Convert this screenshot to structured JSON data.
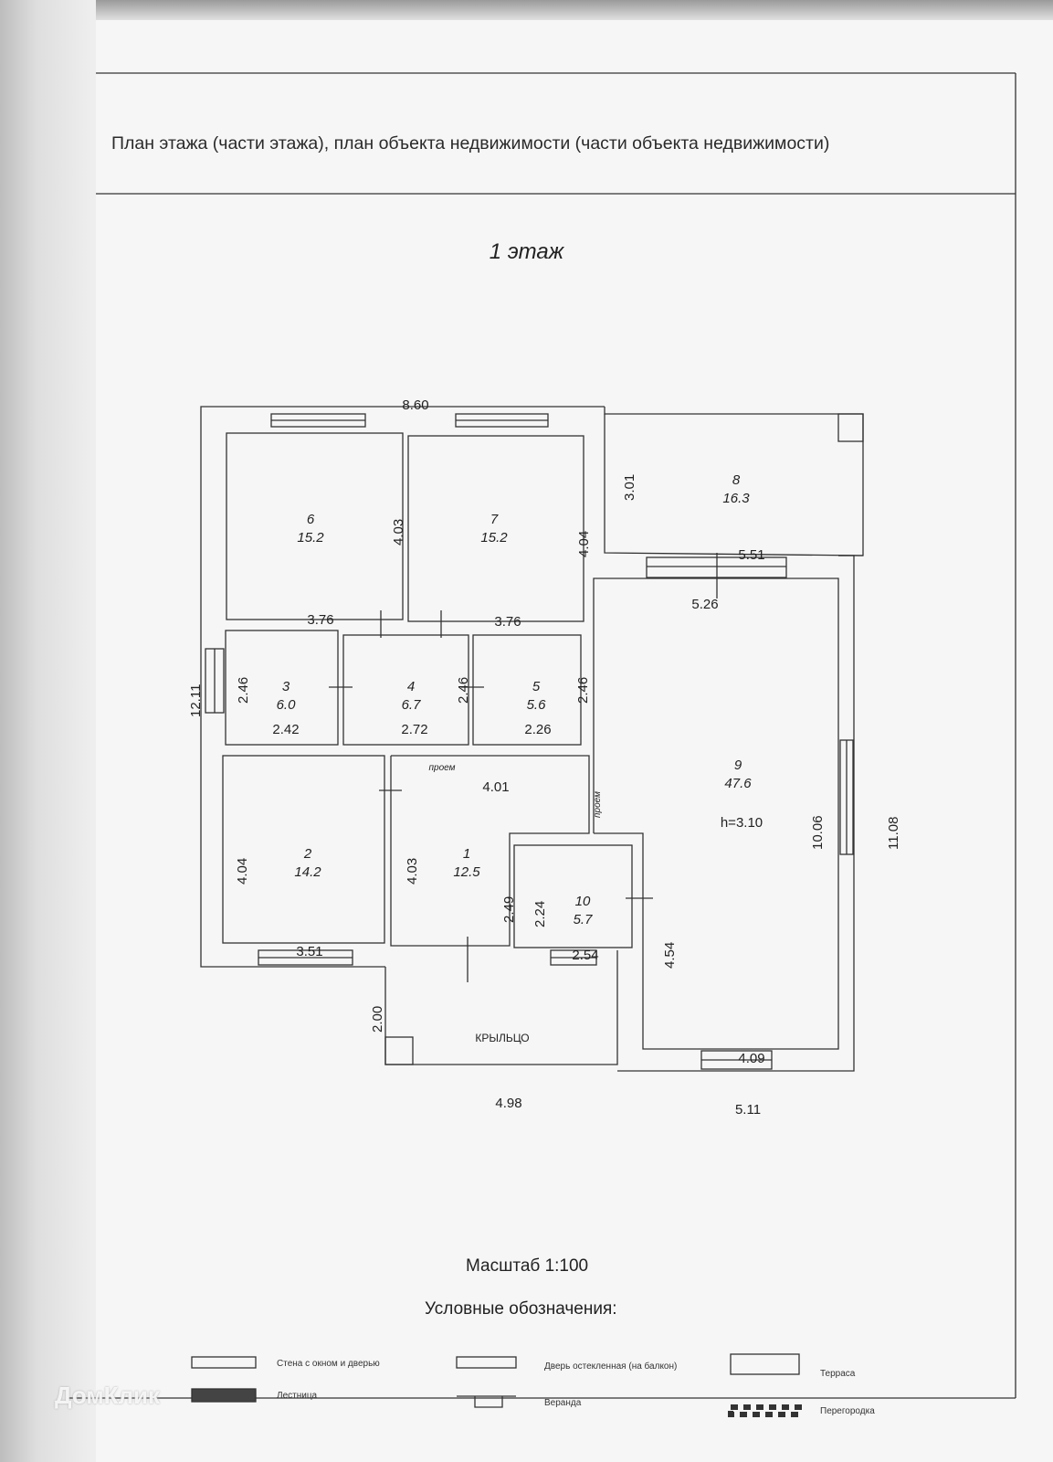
{
  "header": {
    "title": "План этажа (части этажа), план объекта недвижимости (части объекта недвижимости)"
  },
  "floor_label": "1 этаж",
  "rooms": [
    {
      "number": "1",
      "area": "12.5"
    },
    {
      "number": "2",
      "area": "14.2"
    },
    {
      "number": "3",
      "area": "6.0"
    },
    {
      "number": "4",
      "area": "6.7"
    },
    {
      "number": "5",
      "area": "5.6"
    },
    {
      "number": "6",
      "area": "15.2"
    },
    {
      "number": "7",
      "area": "15.2"
    },
    {
      "number": "8",
      "area": "16.3"
    },
    {
      "number": "9",
      "area": "47.6"
    },
    {
      "number": "10",
      "area": "5.7"
    }
  ],
  "dimensions": [
    "8.60",
    "3.01",
    "5.51",
    "5.26",
    "4.03",
    "4.04",
    "3.76",
    "3.76",
    "12.11",
    "2.46",
    "2.46",
    "2.46",
    "2.42",
    "2.72",
    "2.26",
    "4.01",
    "10.06",
    "11.08",
    "4.04",
    "4.03",
    "2.49",
    "2.24",
    "3.51",
    "2.54",
    "4.54",
    "2.00",
    "4.09",
    "4.98",
    "5.11"
  ],
  "labels": {
    "opening1": "проем",
    "opening2": "проем",
    "height": "h=3.10",
    "porch": "КРЫЛЬЦО"
  },
  "scale": "Масштаб 1:100",
  "legend": {
    "title": "Условные обозначения:",
    "items": [
      "Стена с окном и дверью",
      "Лестница",
      "Дверь остекленная (на балкон)",
      "Веранда",
      "Терраса",
      "Перегородка"
    ]
  },
  "watermark": "ДомКлик"
}
